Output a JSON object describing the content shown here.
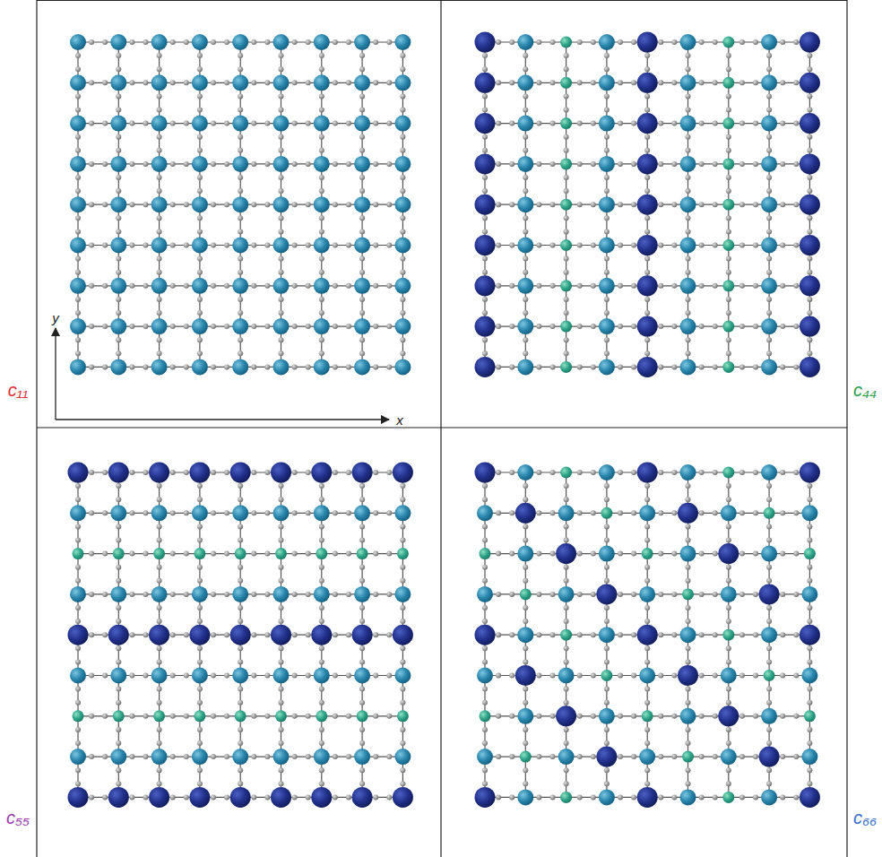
{
  "diagram": {
    "labels": [
      "c₁₁",
      "c₄₄",
      "c₅₅",
      "c₆₆",
      "y",
      "x"
    ]
  }
}
